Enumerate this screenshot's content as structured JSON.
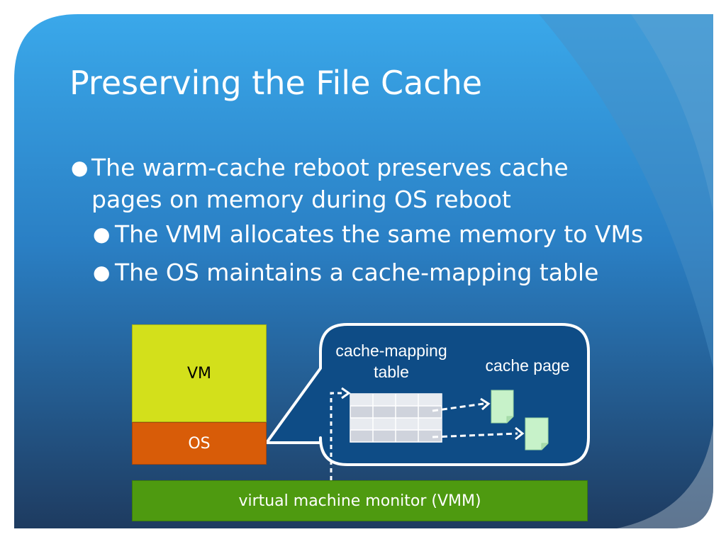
{
  "slide": {
    "title": "Preserving the File Cache",
    "bullets": [
      {
        "text": "The warm-cache reboot preserves cache",
        "level": 1
      },
      {
        "text": "pages on memory during OS reboot",
        "level": 1
      },
      {
        "text": "The VMM allocates the same memory to VMs",
        "level": 2
      },
      {
        "text": "The OS maintains a cache-mapping table",
        "level": 2
      }
    ]
  },
  "diagram": {
    "vm_label": "VM",
    "os_label": "OS",
    "vmm_label": "virtual machine monitor (VMM)",
    "table_label_line1": "cache-mapping",
    "table_label_line2": "table",
    "cache_page_label": "cache page"
  },
  "colors": {
    "background_top": "#3aa8ea",
    "background_bottom": "#1e3b60",
    "vm": "#d3e01b",
    "os": "#d85c08",
    "vmm": "#4e9a10",
    "callout": "#0e4c86",
    "page": "#c7f2c9"
  }
}
